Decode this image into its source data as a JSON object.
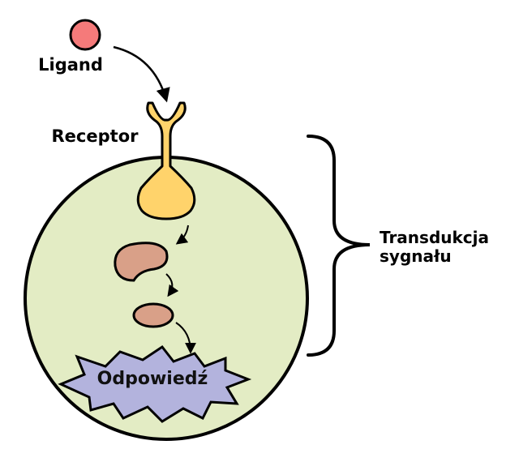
{
  "labels": {
    "ligand": "Ligand",
    "receptor": "Receptor",
    "transduction_line1": "Transdukcja",
    "transduction_line2": "sygnału",
    "response": "Odpowiedź"
  },
  "colors": {
    "ligand": "#f57a7a",
    "receptor": "#ffd36b",
    "cell": "#e3ecc4",
    "protein": "#d9a088",
    "response": "#b3b3dd",
    "outline": "#000000"
  }
}
